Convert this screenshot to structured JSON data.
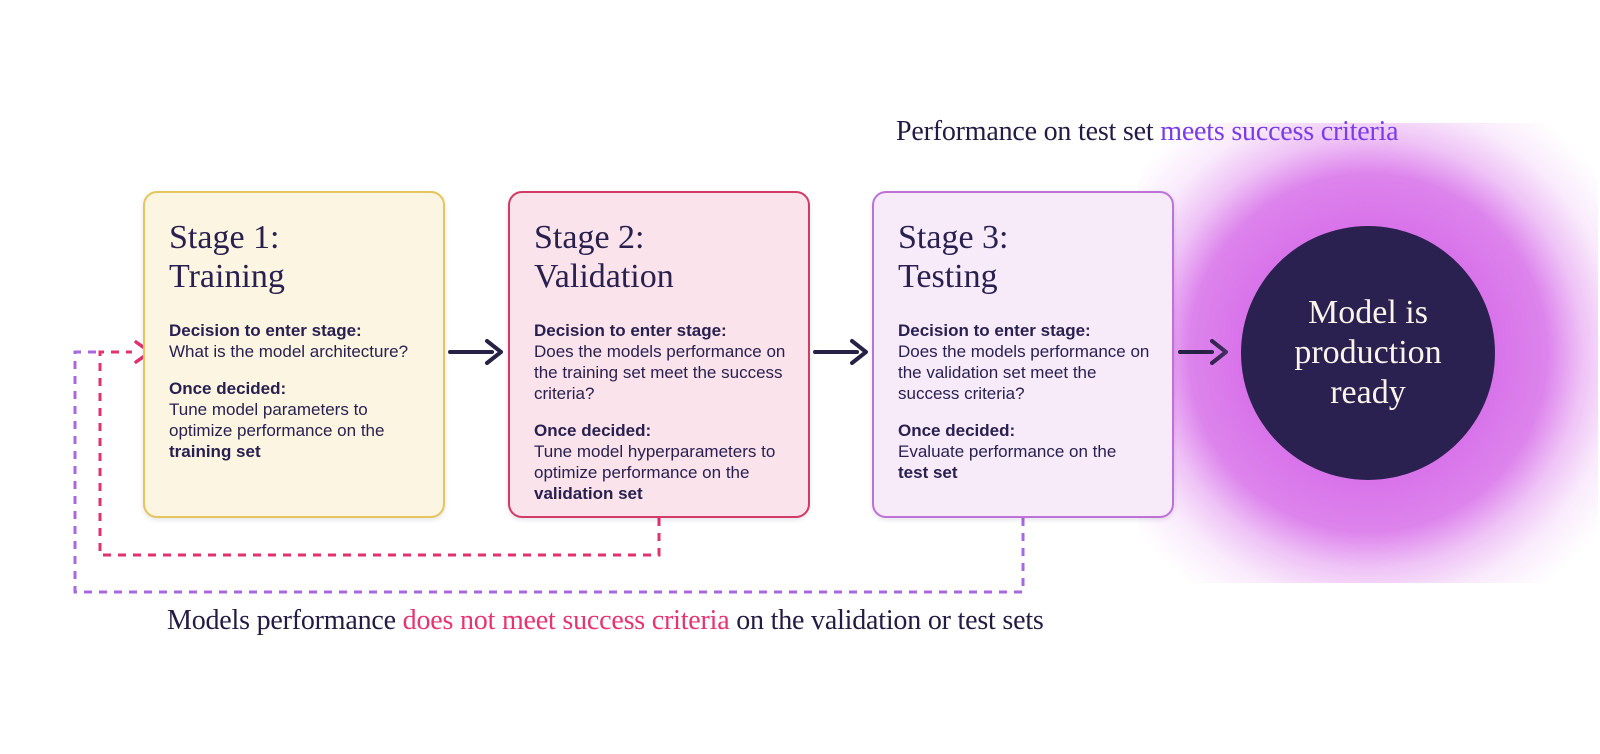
{
  "top_annotation": {
    "prefix": "Performance on test set ",
    "highlight": "meets success criteria"
  },
  "bottom_annotation": {
    "prefix": "Models performance ",
    "highlight": "does not meet success criteria",
    "suffix": " on the validation or test sets"
  },
  "stages": [
    {
      "title_line1": "Stage 1:",
      "title_line2": "Training",
      "decision_label": "Decision to enter stage:",
      "decision_text": "What is the model architecture?",
      "once_label": "Once decided:",
      "once_text": "Tune model parameters to optimize performance on the ",
      "once_bold": "training set"
    },
    {
      "title_line1": "Stage 2:",
      "title_line2": "Validation",
      "decision_label": "Decision to enter stage:",
      "decision_text": "Does the models performance on the training set meet the success criteria?",
      "once_label": "Once decided:",
      "once_text": "Tune model hyperparameters to optimize performance on the ",
      "once_bold": "validation set"
    },
    {
      "title_line1": "Stage 3:",
      "title_line2": "Testing",
      "decision_label": "Decision to enter stage:",
      "decision_text": "Does the models performance on the validation set meet the success criteria?",
      "once_label": "Once decided:",
      "once_text": "Evaluate performance on the ",
      "once_bold": "test set"
    }
  ],
  "result_circle": {
    "line1": "Model is",
    "line2": "production",
    "line3": "ready"
  },
  "colors": {
    "stage1_border": "#E6C55E",
    "stage1_bg": "#FBF5E2",
    "stage2_border": "#D23A68",
    "stage2_bg": "#FAE3EA",
    "stage3_border": "#BE72D8",
    "stage3_bg": "#F7EBFA",
    "navy_text": "#292050",
    "arrow": "#272145",
    "pink_dash": "#E2316E",
    "purple_dash": "#A968E0",
    "violet_text": "#7A3BE8",
    "pink_text": "#E73370",
    "glow": "#D76EE9",
    "circle_bg": "#2A2150",
    "circle_text": "#FAF4EB"
  }
}
